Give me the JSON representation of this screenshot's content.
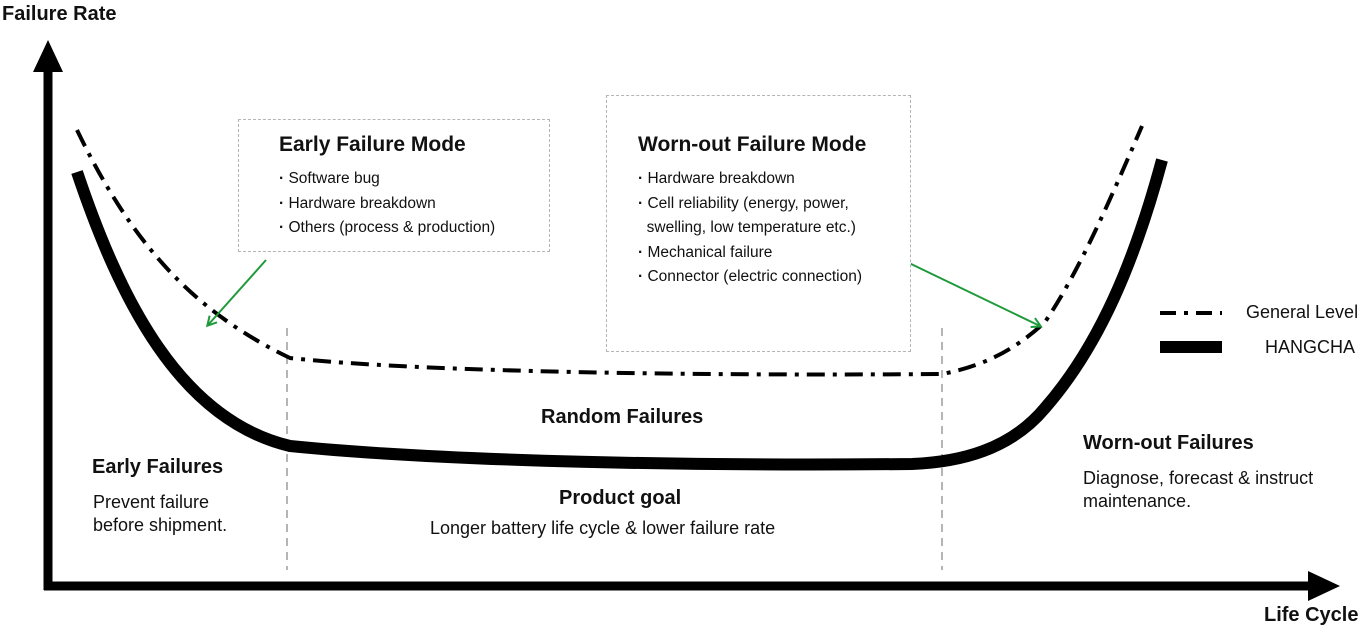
{
  "axes": {
    "y_label": "Failure Rate",
    "x_label": "Life Cycle"
  },
  "early_mode": {
    "title": "Early Failure Mode",
    "items": [
      "Software bug",
      "Hardware breakdown",
      "Others (process & production)"
    ]
  },
  "wornout_mode": {
    "title": "Worn-out Failure Mode",
    "items": [
      "Hardware breakdown",
      "Cell reliability (energy, power,",
      "swelling, low temperature etc.)",
      "Mechanical failure",
      "Connector (electric connection)"
    ]
  },
  "regions": {
    "random_failures": "Random Failures",
    "early_failures": {
      "title": "Early Failures",
      "lines": [
        "Prevent failure",
        "before shipment."
      ]
    },
    "product_goal": {
      "title": "Product goal",
      "text": "Longer battery life cycle & lower failure rate"
    },
    "wornout_failures": {
      "title": "Worn-out Failures",
      "lines": [
        "Diagnose, forecast & instruct",
        "maintenance."
      ]
    }
  },
  "legend": {
    "general": "General Level",
    "hangcha": "HANGCHA"
  },
  "colors": {
    "curve": "#000000",
    "arrow_annotation": "#1f9a3a",
    "box_border": "#b5b5b5",
    "phase_divider": "#b5b5b5"
  }
}
